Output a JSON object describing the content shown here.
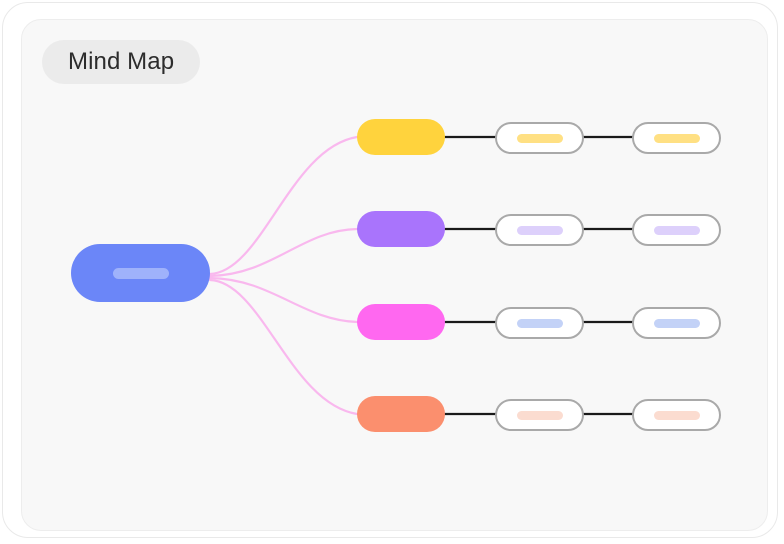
{
  "window": {
    "background_color": "#ffffff",
    "border_color": "#e9e9e9"
  },
  "canvas": {
    "background_color": "#f8f8f8",
    "border_color": "#ededed"
  },
  "header": {
    "badge_label": "Mind Map",
    "badge_background": "#ebebeb",
    "badge_text_color": "#2c2c2c"
  },
  "colors": {
    "root": "#6b86f8",
    "root_bar": "#9fb2fb",
    "curve_connector": "#f9b8ee",
    "straight_connector": "#1a1a1a",
    "leaf_fill": "#ffffff",
    "leaf_border": "#a9a9a9"
  },
  "diagram": {
    "type": "mind-map",
    "root": {
      "name": "root-node",
      "color": "#6b86f8",
      "bar_color": "#9fb2fb",
      "label": ""
    },
    "branches": [
      {
        "name": "branch-yellow",
        "color": "#ffd33d",
        "label": "",
        "leaves": [
          {
            "name": "leaf-yellow-1",
            "bar_color": "#ffe083",
            "label": ""
          },
          {
            "name": "leaf-yellow-2",
            "bar_color": "#ffe083",
            "label": ""
          }
        ]
      },
      {
        "name": "branch-purple",
        "color": "#a974fc",
        "label": "",
        "leaves": [
          {
            "name": "leaf-purple-1",
            "bar_color": "#ddd0fb",
            "label": ""
          },
          {
            "name": "leaf-purple-2",
            "bar_color": "#ddd0fb",
            "label": ""
          }
        ]
      },
      {
        "name": "branch-pink",
        "color": "#ff68f0",
        "label": "",
        "leaves": [
          {
            "name": "leaf-pink-1",
            "bar_color": "#c3d2f7",
            "label": ""
          },
          {
            "name": "leaf-pink-2",
            "bar_color": "#c3d2f7",
            "label": ""
          }
        ]
      },
      {
        "name": "branch-orange",
        "color": "#fb8f6e",
        "label": "",
        "leaves": [
          {
            "name": "leaf-orange-1",
            "bar_color": "#fbdcd0",
            "label": ""
          },
          {
            "name": "leaf-orange-2",
            "bar_color": "#fbdcd0",
            "label": ""
          }
        ]
      }
    ]
  }
}
